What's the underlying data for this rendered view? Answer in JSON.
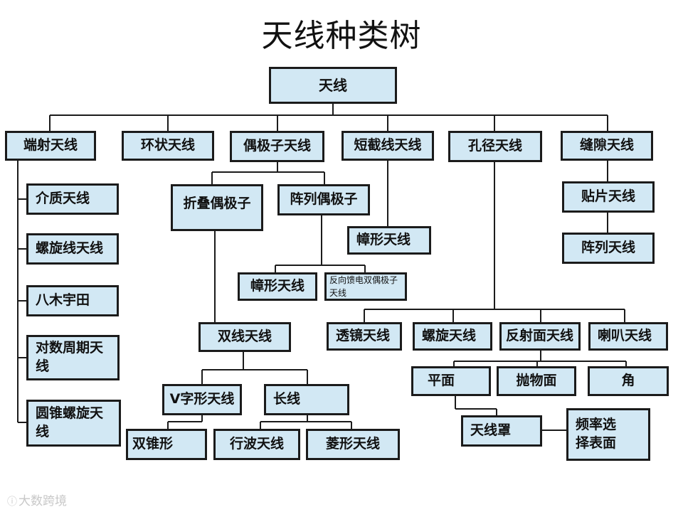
{
  "title": "天线种类树",
  "nodes": {
    "root": "天线",
    "endfire": "端射天线",
    "loop": "环状天线",
    "dipole": "偶极子天线",
    "short": "短截线天线",
    "aperture": "孔径天线",
    "slot": "缝隙天线",
    "dielectric": "介质天线",
    "helix": "螺旋线天线",
    "yagi": "八木宇田",
    "logperiodic": "对数周期天线",
    "conical": "圆锥螺旋天线",
    "folded": "折叠偶极子",
    "array_dipole": "阵列偶极子",
    "stub_mast": "幛形天线",
    "dipole_mast": "幛形天线",
    "reverse_fed": "反向馈电双偶极子天线",
    "twinlead": "双线天线",
    "vshape": "V字形天线",
    "longwire": "长线",
    "biconical": "双锥形",
    "travelling": "行波天线",
    "rhombic": "菱形天线",
    "patch": "贴片天线",
    "slot_array": "阵列天线",
    "lens": "透镜天线",
    "spiral": "螺旋天线",
    "reflector": "反射面天线",
    "horn": "喇叭天线",
    "plane": "平面",
    "paraboloid": "抛物面",
    "corner": "角",
    "radome": "天线罩",
    "fss": "频率选择表面"
  },
  "watermark": "大数跨境",
  "watermark_logo": "ⓘ"
}
